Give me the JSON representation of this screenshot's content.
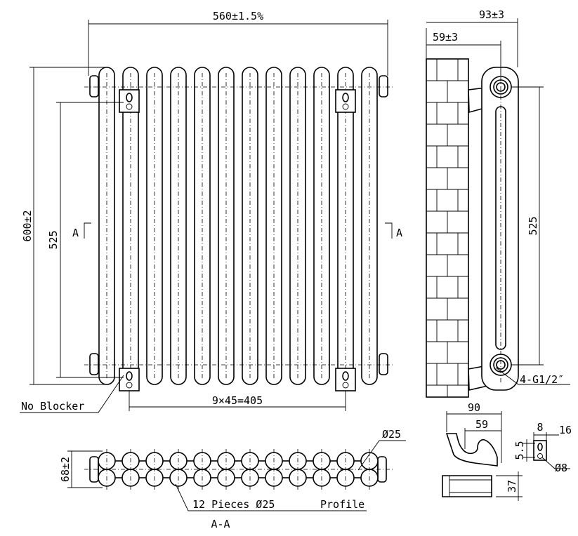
{
  "front_view": {
    "overall_width": "560±1.5%",
    "overall_height": "600±2",
    "center_height": "525",
    "section_mark_left": "A",
    "section_mark_right": "A",
    "bracket_spacing": "9×45=405",
    "no_blocker_label": "No Blocker",
    "column_count": 12
  },
  "side_view": {
    "depth": "93±3",
    "wall_offset": "59±3",
    "center_height": "525",
    "thread_label": "4-G1/2″"
  },
  "bracket_detail": {
    "width": "90",
    "inner": "59",
    "height": "37",
    "plate_width": "8",
    "plate_offset": "16",
    "plate_height": "5.5",
    "hole_dia": "Ø8"
  },
  "section_view": {
    "depth": "68±2",
    "tube_dia": "Ø25",
    "pieces_label": "12 Pieces Ø25",
    "profile_label": "Profile",
    "title": "A-A"
  }
}
